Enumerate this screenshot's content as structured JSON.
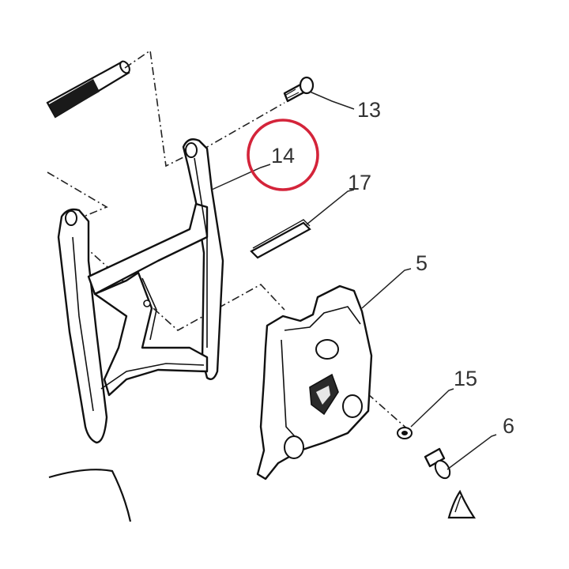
{
  "diagram": {
    "callouts": [
      {
        "id": "13",
        "label": "13"
      },
      {
        "id": "14",
        "label": "14"
      },
      {
        "id": "17",
        "label": "17"
      },
      {
        "id": "5",
        "label": "5"
      },
      {
        "id": "15",
        "label": "15"
      },
      {
        "id": "6",
        "label": "6"
      }
    ],
    "highlight": {
      "target": "14",
      "color": "#d4243a"
    },
    "colors": {
      "line": "#111111",
      "background": "#ffffff",
      "part_shade": "#e6e6e6",
      "dark_part": "#2a2a2a"
    }
  }
}
